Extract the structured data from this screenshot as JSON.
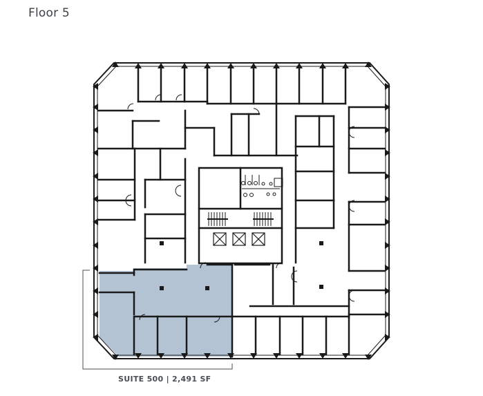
{
  "title": "Floor 5",
  "suite": {
    "label": "SUITE 500 | 2,491 SF",
    "name": "SUITE 500",
    "area": "2,491 SF",
    "highlight_color": "#b3c3d3"
  },
  "colors": {
    "wall": "#1a1a1a",
    "text": "#3d4148",
    "callout": "#4a4f56",
    "background": "#ffffff"
  },
  "core": {
    "elevators": 3,
    "stairs": 2
  }
}
